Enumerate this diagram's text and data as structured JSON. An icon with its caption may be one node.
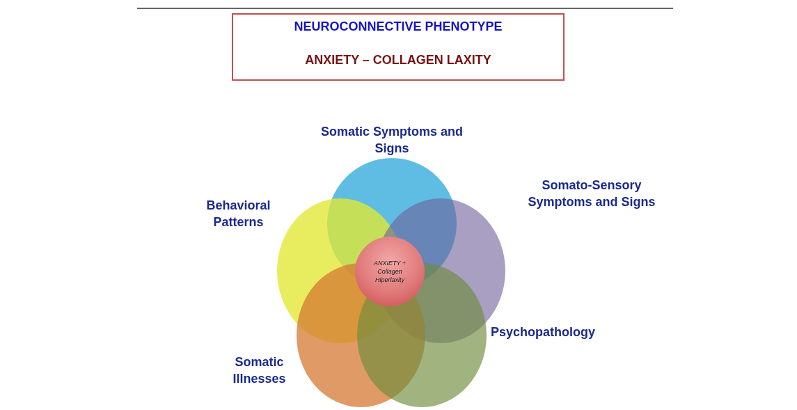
{
  "diagram": {
    "nodes": [
      {
        "text": [
          "NEUROCONNECTIVE PHENOTYPE",
          "ANXIETY – COLLAGEN LAXITY"
        ]
      },
      {
        "text": [],
        "shape": "circle",
        "beside": [
          "Somatic Symptoms and Signs"
        ]
      },
      {
        "text": [],
        "shape": "circle",
        "beside": [
          "Behavioral Patterns"
        ]
      },
      {
        "text": [],
        "shape": "circle",
        "beside": [
          "Somato-Sensory Symptoms and Signs"
        ]
      },
      {
        "text": [],
        "shape": "circle",
        "beside": [
          "Somatic Illnesses"
        ]
      },
      {
        "text": [],
        "shape": "circle",
        "beside": [
          "Psychopathology"
        ]
      },
      {
        "text": [
          "ANXIETY + Collagen Hiperlaxity"
        ]
      }
    ],
    "edges": []
  }
}
